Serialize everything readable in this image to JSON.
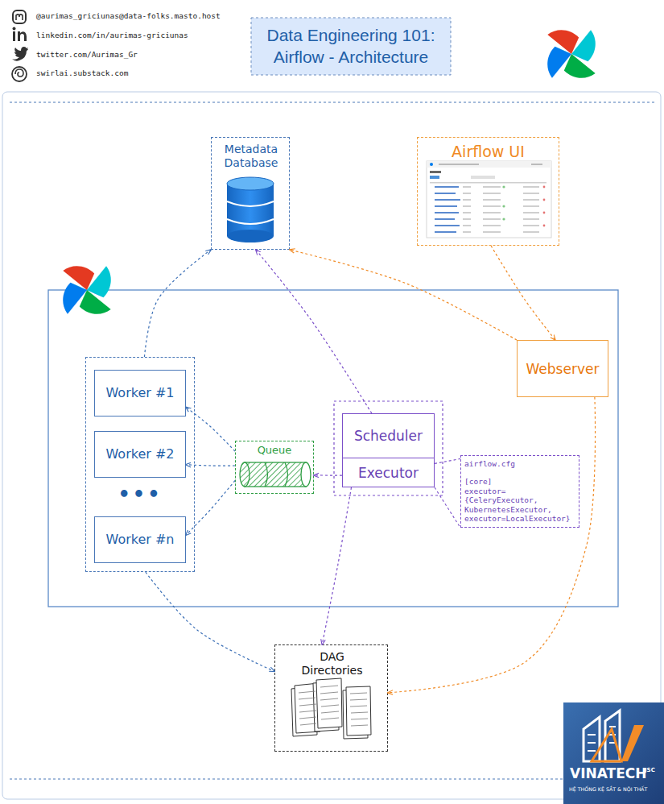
{
  "diagram": {
    "title": "Data Engineering 101: Airflow - Architecture",
    "nodes": [
      {
        "text": [
          "Metadata Database"
        ]
      },
      {
        "text": [
          "Airflow UI"
        ]
      },
      {
        "text": [
          "•••"
        ]
      },
      {
        "text": [
          "Worker #1"
        ],
        "in": 2
      },
      {
        "text": [
          "Worker #2"
        ],
        "in": 2
      },
      {
        "text": [
          "Worker #n"
        ],
        "in": 2
      },
      {
        "text": [
          "Queue"
        ]
      },
      {
        "text": [
          "Scheduler"
        ]
      },
      {
        "text": [
          "Executor"
        ]
      },
      {
        "text": [
          "airflow.cfg",
          "[core]",
          "executor={CeleryExecutor, KubernetesExecutor, executor=LocalExecutor}"
        ]
      },
      {
        "text": [
          "Webserver"
        ]
      },
      {
        "text": [
          "DAG Directories"
        ]
      }
    ],
    "edges": [
      {
        "from": 2,
        "to": 0,
        "arrow": "to"
      },
      {
        "from": 7,
        "to": 0,
        "arrow": "to"
      },
      {
        "from": 10,
        "to": 0,
        "arrow": "to"
      },
      {
        "from": 1,
        "to": 10,
        "arrow": "to"
      },
      {
        "from": 6,
        "to": 3,
        "arrow": "to"
      },
      {
        "from": 6,
        "to": 4,
        "arrow": "to"
      },
      {
        "from": 6,
        "to": 5,
        "arrow": "to"
      },
      {
        "from": 8,
        "to": 6,
        "arrow": "to"
      },
      {
        "from": 8,
        "to": 11,
        "arrow": "to"
      },
      {
        "from": 2,
        "to": 11,
        "arrow": "to"
      },
      {
        "from": 10,
        "to": 11,
        "arrow": "to"
      },
      {
        "from": 8,
        "to": 9,
        "arrow": "none"
      }
    ],
    "labels": [
      "@aurimas_griciunas@data-folks.masto.host",
      "linkedin.com/in/aurimas-griciunas",
      "twitter.com/Aurimas_Gr",
      "swirlai.substack.com",
      "VINATECH",
      "JSC",
      "HỆ THỐNG KỆ SẮT & NỘI THẤT"
    ]
  }
}
